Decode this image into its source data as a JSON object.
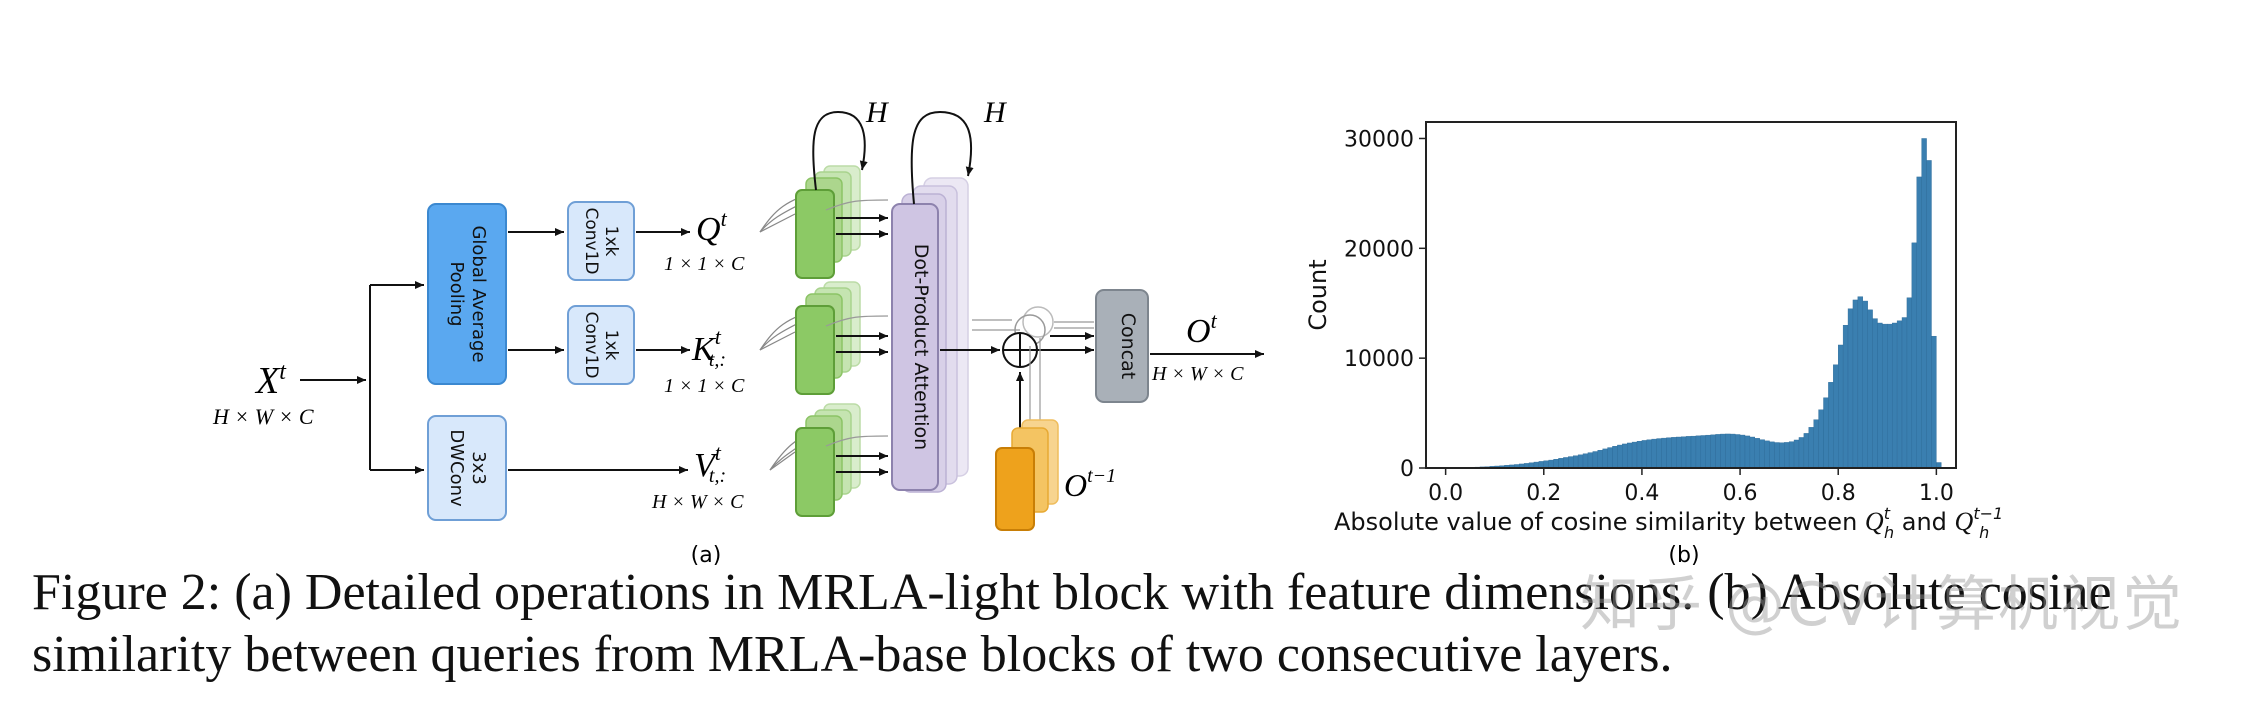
{
  "diagram": {
    "input": {
      "label": "X",
      "sup": "t",
      "dims": "H × W × C"
    },
    "gap_box": {
      "line1": "Global Average",
      "line2": "Pooling"
    },
    "dwconv_box": {
      "line1": "3x3",
      "line2": "DWConv"
    },
    "conv_q": {
      "line1": "1xk",
      "line2": "Conv1D"
    },
    "conv_k": {
      "line1": "1xk",
      "line2": "Conv1D"
    },
    "q": {
      "label": "Q",
      "sup": "t",
      "dims": "1 × 1 × C"
    },
    "k": {
      "label": "K",
      "sup": "t",
      "sub": "t,:",
      "dims": "1 × 1 × C"
    },
    "v": {
      "label": "V",
      "sup": "t",
      "sub": "t,:",
      "dims": "H × W × C"
    },
    "heads_label_1": "H",
    "heads_label_2": "H",
    "attention_box": "Dot-Product Attention",
    "concat_box": "Concat",
    "output": {
      "label": "O",
      "sup": "t",
      "dims": "H × W × C"
    },
    "prev_output": {
      "label": "O",
      "sup": "t−1"
    },
    "panel_label": "(a)",
    "colors": {
      "gap": "#5aa8f0",
      "light_box": "#d8e8fb",
      "green": "#8cc965",
      "purple": "#cfc5e3",
      "concat": "#a9b0b8",
      "orange": "#eea21c"
    }
  },
  "chart_data": {
    "type": "bar",
    "xlabel": "Absolute value of cosine similarity between Q_h^t and Q_h^{t-1}",
    "xlabel_parts": {
      "pre": "Absolute value of cosine similarity between ",
      "q1": "Q",
      "q1_sub": "h",
      "q1_sup": "t",
      "mid": " and ",
      "q2": "Q",
      "q2_sub": "h",
      "q2_sup": "t−1"
    },
    "ylabel": "Count",
    "xlim": [
      -0.04,
      1.04
    ],
    "ylim": [
      0,
      31500
    ],
    "xticks": [
      "0.0",
      "0.2",
      "0.4",
      "0.6",
      "0.8",
      "1.0"
    ],
    "yticks": [
      "0",
      "10000",
      "20000",
      "30000"
    ],
    "bar_color": "#3a7fb0",
    "panel_label": "(b)",
    "bins": {
      "start": 0.0,
      "width": 0.01
    },
    "values": [
      0,
      5,
      15,
      25,
      45,
      60,
      80,
      100,
      120,
      150,
      180,
      210,
      250,
      280,
      320,
      370,
      420,
      480,
      540,
      600,
      660,
      720,
      800,
      880,
      960,
      1040,
      1120,
      1200,
      1300,
      1400,
      1500,
      1620,
      1740,
      1860,
      1980,
      2090,
      2190,
      2280,
      2360,
      2440,
      2510,
      2570,
      2630,
      2680,
      2720,
      2760,
      2790,
      2820,
      2850,
      2880,
      2900,
      2930,
      2960,
      2990,
      3020,
      3060,
      3090,
      3100,
      3090,
      3050,
      3000,
      2920,
      2820,
      2700,
      2580,
      2470,
      2380,
      2320,
      2300,
      2330,
      2400,
      2550,
      2780,
      3150,
      3700,
      4400,
      5300,
      6400,
      7800,
      9400,
      11200,
      13000,
      14500,
      15300,
      15600,
      15200,
      14400,
      13600,
      13200,
      13100,
      13100,
      13200,
      13400,
      13700,
      15500,
      20500,
      26500,
      30000,
      28000,
      12000,
      500
    ]
  },
  "caption": {
    "line1": "Figure 2: (a) Detailed operations in MRLA-light block with feature dimensions. (b) Absolute cosine",
    "line2": "similarity between queries from MRLA-base blocks of two consecutive layers."
  },
  "watermark": "知乎 @CV计算机视觉"
}
